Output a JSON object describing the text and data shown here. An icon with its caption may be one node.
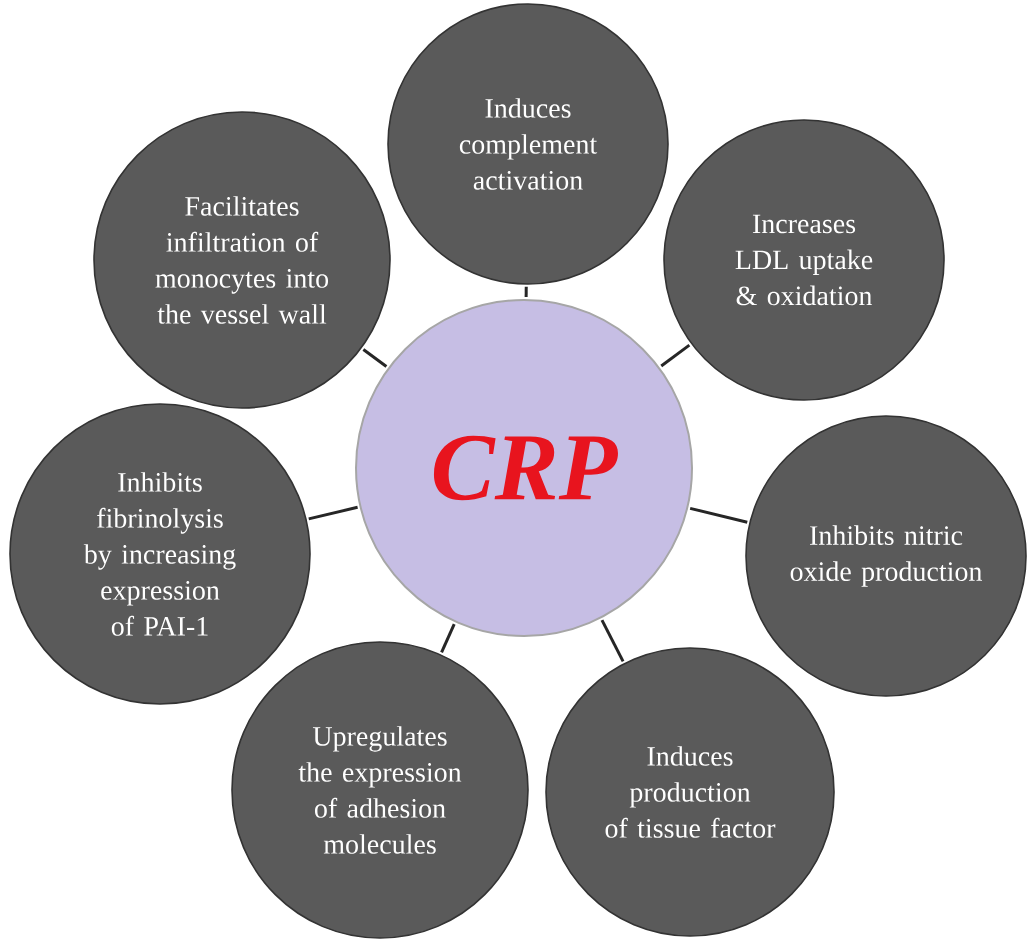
{
  "diagram": {
    "nodes": [
      {
        "text": [
          "CRP"
        ]
      },
      {
        "text": [
          "Induces complement activation"
        ]
      },
      {
        "text": [
          "Increases LDL uptake & oxidation"
        ]
      },
      {
        "text": [
          "Inhibits nitric oxide production"
        ]
      },
      {
        "text": [
          "Induces production of tissue factor"
        ]
      },
      {
        "text": [
          "Upregulates the expression of adhesion molecules"
        ]
      },
      {
        "text": [
          "Inhibits fibrinolysis by increasing expression of PAI-1"
        ]
      },
      {
        "text": [
          "Facilitates infiltration of monocytes into the vessel wall"
        ]
      }
    ],
    "edges": [
      {
        "from": 0,
        "to": 1,
        "arrow": "none"
      },
      {
        "from": 0,
        "to": 2,
        "arrow": "none"
      },
      {
        "from": 0,
        "to": 3,
        "arrow": "none"
      },
      {
        "from": 0,
        "to": 4,
        "arrow": "none"
      },
      {
        "from": 0,
        "to": 5,
        "arrow": "none"
      },
      {
        "from": 0,
        "to": 6,
        "arrow": "none"
      },
      {
        "from": 0,
        "to": 7,
        "arrow": "none"
      }
    ]
  }
}
